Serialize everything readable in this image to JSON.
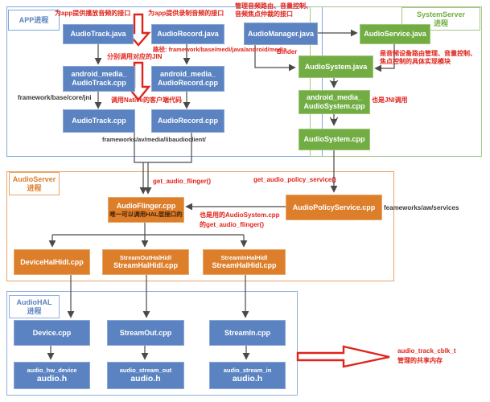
{
  "colors": {
    "node_blue": "#5b83c1",
    "node_green": "#72ad44",
    "node_orange": "#dd7e2b",
    "annotation_red": "#e0241c",
    "path_text": "#3a3a3a"
  },
  "sections": {
    "app": {
      "label": "APP进程"
    },
    "system_server": {
      "label_line1": "SystemServer",
      "label_line2": "进程"
    },
    "audio_server": {
      "label_line1": "AudioServer",
      "label_line2": "进程"
    },
    "audio_hal": {
      "label_line1": "AudioHAL",
      "label_line2": "进程"
    }
  },
  "nodes": {
    "audiotrack_java": "AudioTrack.java",
    "audiorecord_java": "AudioRecord.java",
    "audiomanager_java": "AudioManager.java",
    "audioservice_java": "AudioService.java",
    "audiosystem_java": "AudioSystem.java",
    "android_media_audiotrack_cpp": {
      "line1": "android_media_",
      "line2": "AudioTrack.cpp"
    },
    "android_media_audiorecord_cpp": {
      "line1": "android_media_",
      "line2": "AudioRecord.cpp"
    },
    "android_media_audiosystem_cpp": {
      "line1": "android_media_",
      "line2": "AudioSystem.cpp"
    },
    "audiotrack_cpp": "AudioTrack.cpp",
    "audiorecord_cpp": "AudioRecord.cpp",
    "audiosystem_cpp": "AudioSystem.cpp",
    "audioflinger_cpp": {
      "line1": "AudioFlinger.cpp",
      "line2": "唯一可以调用HAL层接口的"
    },
    "audiopolicyservice_cpp": "AudioPolicyService.cpp",
    "devicehalhidl_cpp": "DeviceHalHidl.cpp",
    "streamouthalhidl_cpp": {
      "line1": "StreamOutHalHidl",
      "line2": "StreamHalHidl.cpp"
    },
    "streaminhalhidl_cpp": {
      "line1": "StreamInHalHidl",
      "line2": "StreamHalHidl.cpp"
    },
    "device_cpp": "Device.cpp",
    "streamout_cpp": "StreamOut.cpp",
    "streamin_cpp": "StreamIn.cpp",
    "audio_hw_device_h": {
      "line1": "audio_hw_device",
      "line2": "audio.h"
    },
    "audio_stream_out_h": {
      "line1": "audio_stream_out",
      "line2": "audio.h"
    },
    "audio_stream_in_h": {
      "line1": "audio_stream_in",
      "line2": "audio.h"
    }
  },
  "annotations": {
    "play_api": "为app提供播放音频的接口",
    "record_api": "为app提供录制音频的接口",
    "manager_api": "管理音频路由、音量控制、音频焦点仲裁的接口",
    "media_path": "路径: framework/base/medi/java/android/media",
    "jni_call": "分别调用对应的JIN",
    "jni_path": "framework/base/core/jni",
    "native_call": "调用Native的客户端代码",
    "libaudioclient_path": "frameworks/av/media/libaudioclient/",
    "binder": "Binder",
    "audioservice_desc": "是音频设备路由管理、音量控制、焦点控制的具体实现模块",
    "also_jni": "也是JNI调用",
    "get_audio_flinger": "get_audio_flinger()",
    "get_audio_policy_service": "get_audio_policy_service()",
    "also_uses_line1": "也是用的AudioSystem.cpp",
    "also_uses_line2": "的get_audio_flinger()",
    "services_path": "feameworks/aw/services",
    "shared_mem_line1": "audio_track_cblk_t",
    "shared_mem_line2": "管理的共享内存"
  }
}
